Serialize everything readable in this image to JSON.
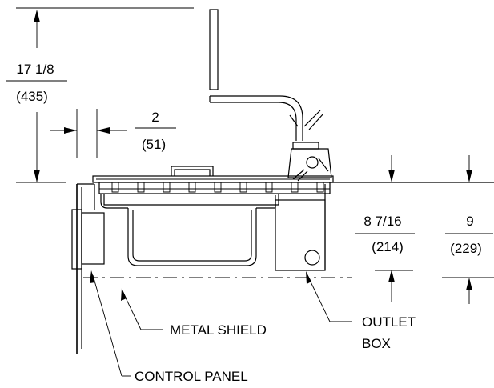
{
  "dimensions": {
    "overall_height": {
      "imperial": "17 1/8",
      "metric": "(435)"
    },
    "offset": {
      "imperial": "2",
      "metric": "(51)"
    },
    "depth_outlet": {
      "imperial": "8 7/16",
      "metric": "(214)"
    },
    "depth_total": {
      "imperial": "9",
      "metric": "(229)"
    }
  },
  "callouts": {
    "metal_shield": "METAL SHIELD",
    "outlet_box_line1": "OUTLET",
    "outlet_box_line2": "BOX",
    "control_panel": "CONTROL PANEL"
  }
}
